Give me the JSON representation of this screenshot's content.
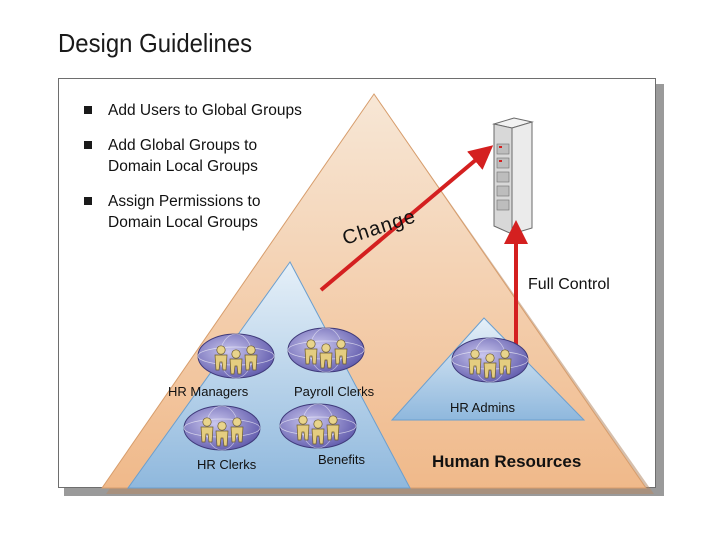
{
  "title": "Design Guidelines",
  "bullets": [
    {
      "text": "Add Users to Global Groups"
    },
    {
      "text": "Add Global Groups to Domain Local Groups"
    },
    {
      "text": "Assign Permissions to Domain Local Groups"
    }
  ],
  "labels": {
    "change": "Change",
    "full_control": "Full Control",
    "hr_managers": "HR Managers",
    "payroll_clerks": "Payroll Clerks",
    "hr_admins": "HR Admins",
    "hr_clerks": "HR Clerks",
    "benefits": "Benefits",
    "human_resources": "Human Resources"
  },
  "colors": {
    "outer_triangle": "#f2bf92",
    "inner_triangle": "#a9c9e6",
    "arrow": "#d42020",
    "globe": "#7d78c4",
    "people": "#e6d08a"
  },
  "icons": {
    "server": "server-icon",
    "group": "group-icon"
  }
}
